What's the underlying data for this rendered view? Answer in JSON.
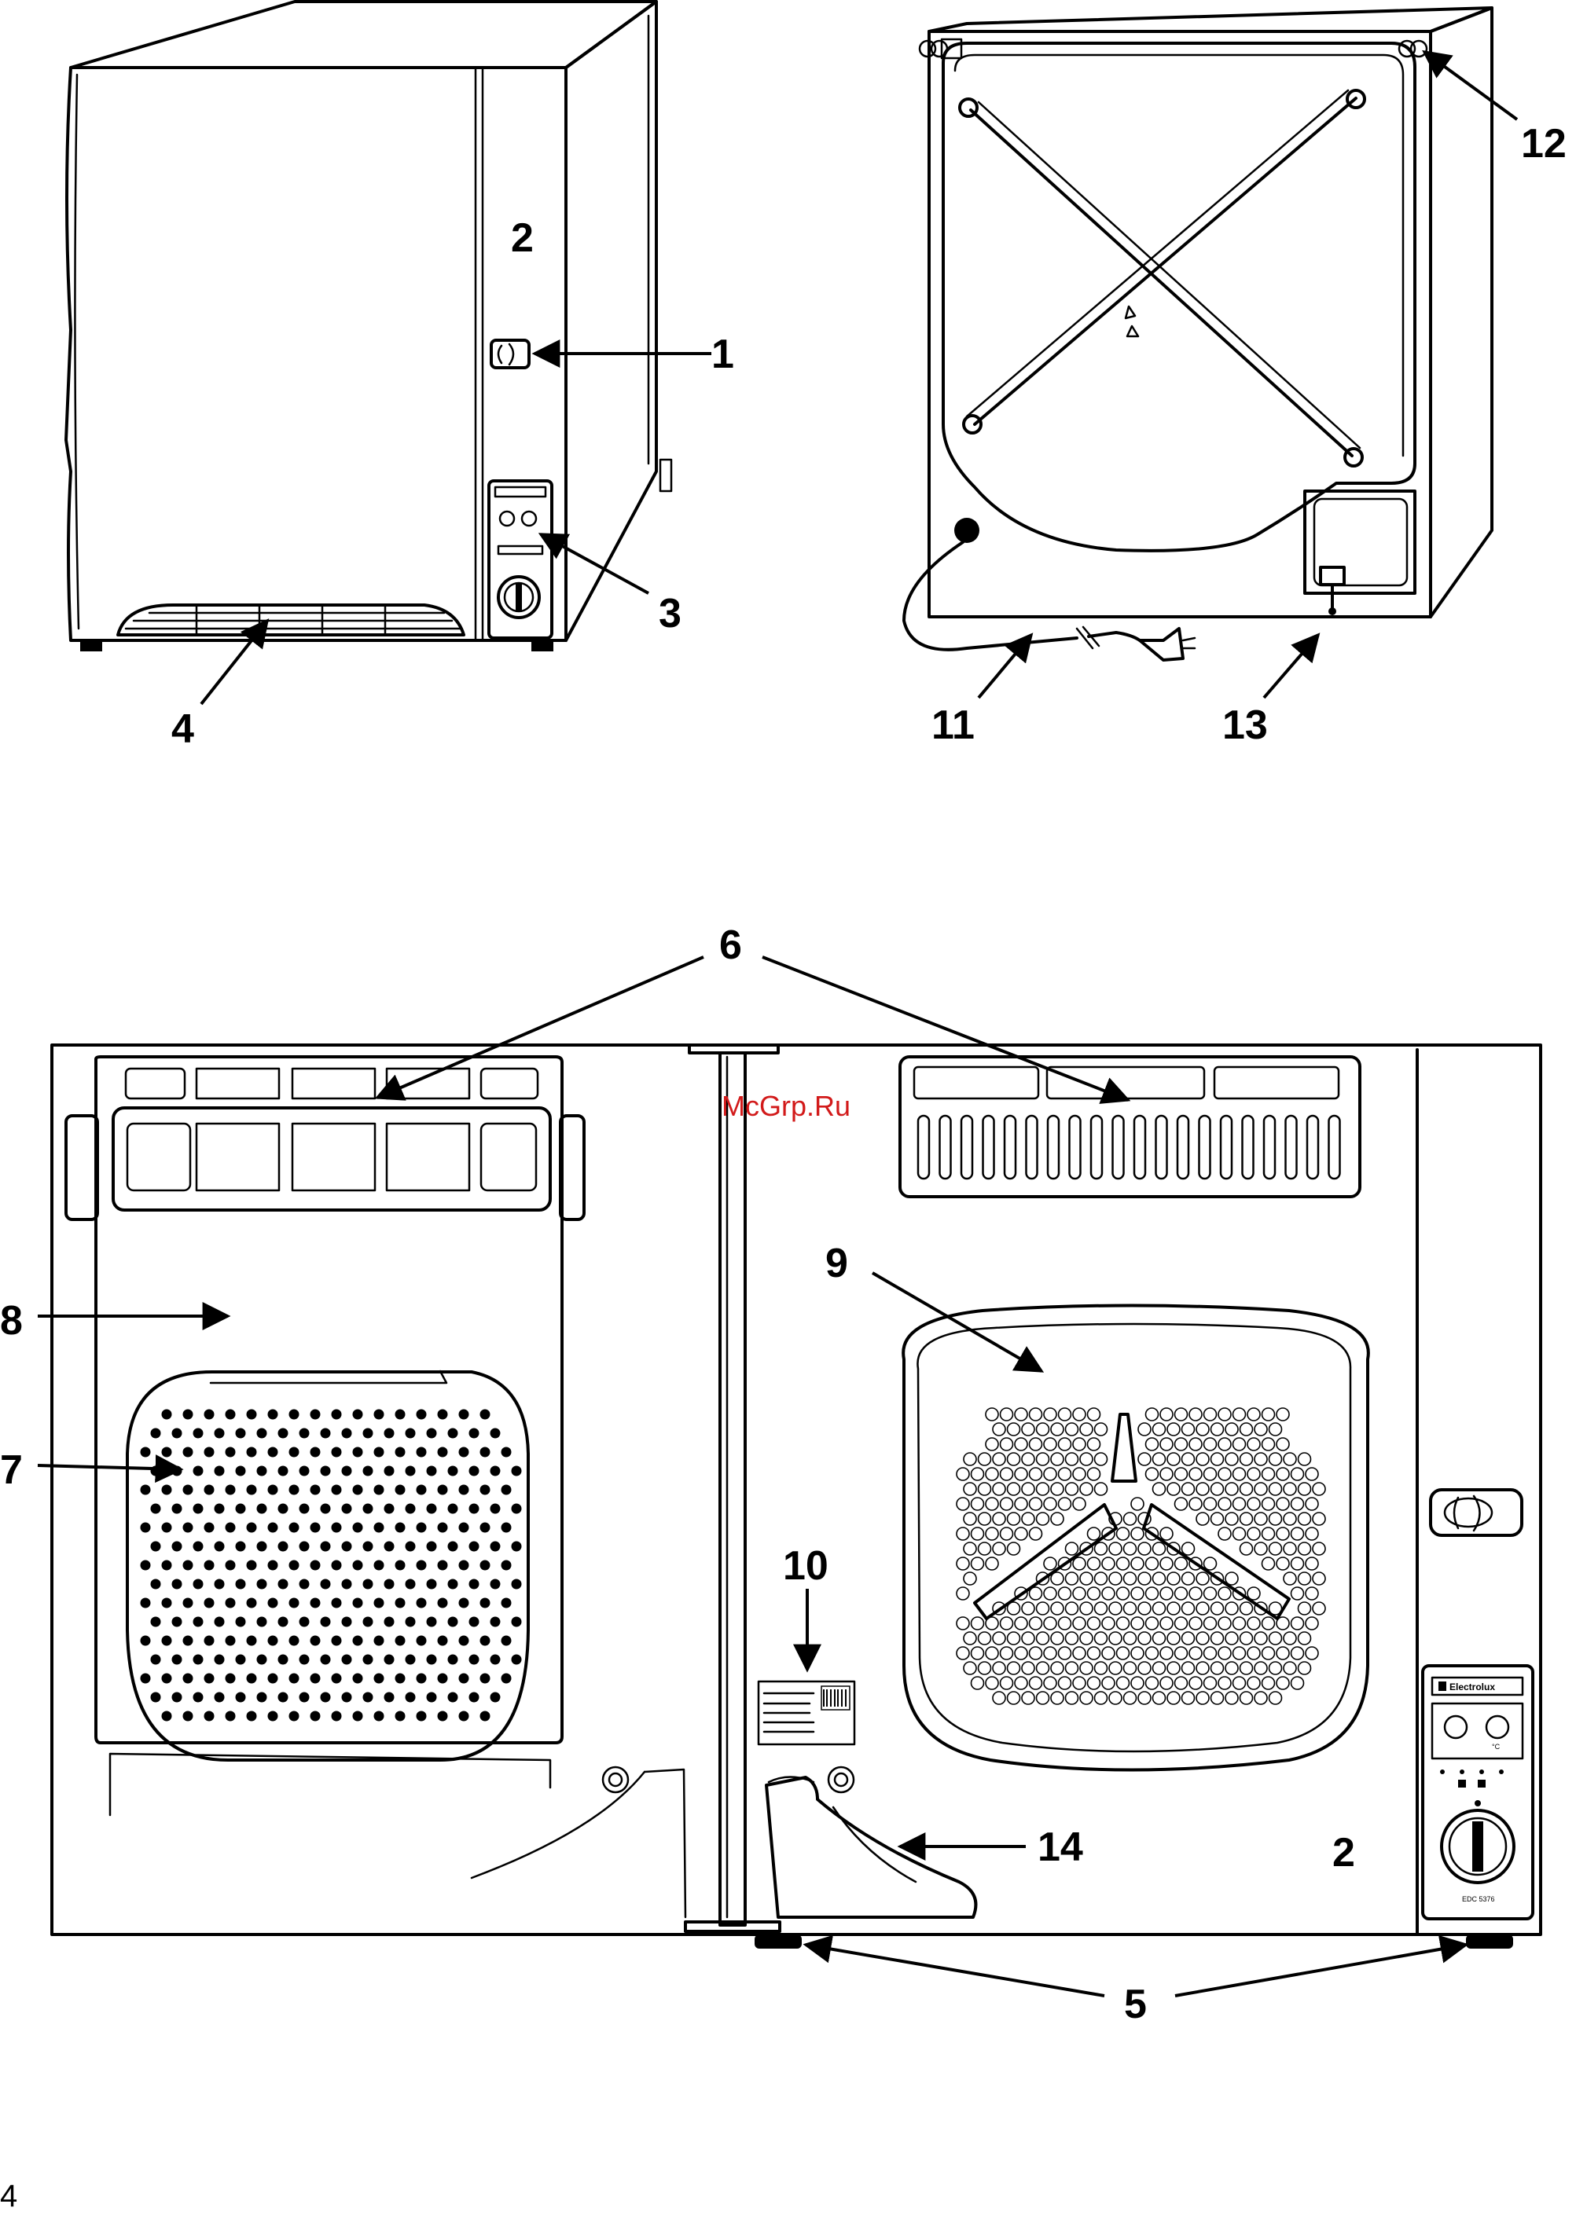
{
  "figure": {
    "callouts": {
      "c1": "1",
      "c2_top": "2",
      "c3": "3",
      "c4": "4",
      "c5": "5",
      "c6": "6",
      "c7": "7",
      "c8": "8",
      "c9": "9",
      "c10": "10",
      "c11": "11",
      "c12": "12",
      "c13": "13",
      "c14": "14",
      "c2_bottom": "2"
    },
    "watermark": "McGrp.Ru",
    "brand": "Electrolux",
    "panel_temp": "°C",
    "model": "EDC 5376",
    "page_number": "4"
  }
}
